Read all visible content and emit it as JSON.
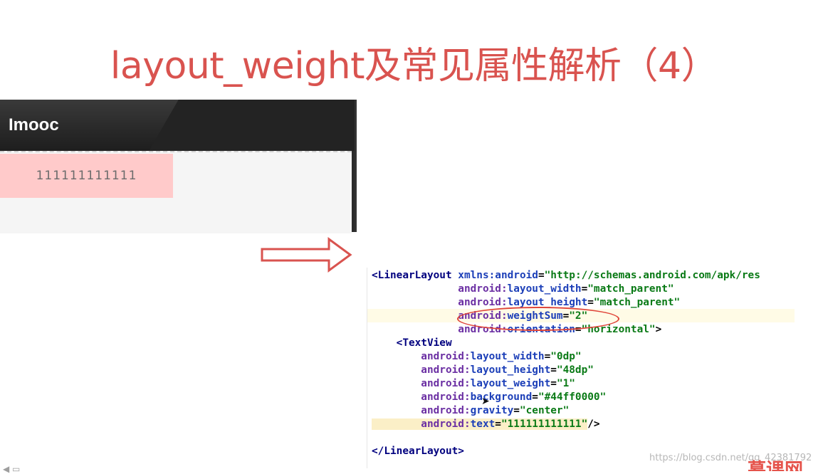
{
  "slide": {
    "title": "layout_weight及常见属性解析（4）"
  },
  "phone": {
    "app_title": "Imooc",
    "text_cell": "111111111111"
  },
  "code": {
    "lines": [
      [
        {
          "t": "<LinearLayout",
          "c": "tag"
        },
        {
          "t": " xmlns:",
          "c": "attr"
        },
        {
          "t": "android",
          "c": "attr"
        },
        {
          "t": "=",
          "c": "punc"
        },
        {
          "t": "\"http://schemas.android.com/apk/res",
          "c": "val"
        }
      ],
      [
        {
          "t": "              android:",
          "c": "ns"
        },
        {
          "t": "layout_width",
          "c": "attr"
        },
        {
          "t": "=",
          "c": "punc"
        },
        {
          "t": "\"match_parent\"",
          "c": "val"
        }
      ],
      [
        {
          "t": "              android:",
          "c": "ns"
        },
        {
          "t": "layout_height",
          "c": "attr"
        },
        {
          "t": "=",
          "c": "punc"
        },
        {
          "t": "\"match_parent\"",
          "c": "val"
        }
      ],
      [
        {
          "t": "              android:",
          "c": "ns"
        },
        {
          "t": "weightSum",
          "c": "attr"
        },
        {
          "t": "=",
          "c": "punc"
        },
        {
          "t": "\"2\"",
          "c": "val"
        }
      ],
      [
        {
          "t": "              android:",
          "c": "ns"
        },
        {
          "t": "orientation",
          "c": "attr"
        },
        {
          "t": "=",
          "c": "punc"
        },
        {
          "t": "\"horizontal\"",
          "c": "val"
        },
        {
          "t": ">",
          "c": "punc"
        }
      ],
      [
        {
          "t": "    <TextView",
          "c": "tag"
        }
      ],
      [
        {
          "t": "        android:",
          "c": "ns"
        },
        {
          "t": "layout_width",
          "c": "attr"
        },
        {
          "t": "=",
          "c": "punc"
        },
        {
          "t": "\"0dp\"",
          "c": "val"
        }
      ],
      [
        {
          "t": "        android:",
          "c": "ns"
        },
        {
          "t": "layout_height",
          "c": "attr"
        },
        {
          "t": "=",
          "c": "punc"
        },
        {
          "t": "\"48dp\"",
          "c": "val"
        }
      ],
      [
        {
          "t": "        android:",
          "c": "ns"
        },
        {
          "t": "layout_weight",
          "c": "attr"
        },
        {
          "t": "=",
          "c": "punc"
        },
        {
          "t": "\"1\"",
          "c": "val"
        }
      ],
      [
        {
          "t": "        android:",
          "c": "ns"
        },
        {
          "t": "background",
          "c": "attr"
        },
        {
          "t": "=",
          "c": "punc"
        },
        {
          "t": "\"#44ff0000\"",
          "c": "val"
        }
      ],
      [
        {
          "t": "        android:",
          "c": "ns"
        },
        {
          "t": "gravity",
          "c": "attr"
        },
        {
          "t": "=",
          "c": "punc"
        },
        {
          "t": "\"center\"",
          "c": "val"
        }
      ],
      [
        {
          "t": "        android:",
          "c": "ns",
          "hl": true
        },
        {
          "t": "text",
          "c": "attr",
          "hl": true
        },
        {
          "t": "=",
          "c": "punc",
          "hl": true
        },
        {
          "t": "\"111111111111\"",
          "c": "val",
          "hl": true
        },
        {
          "t": "/>",
          "c": "punc"
        }
      ],
      [],
      [
        {
          "t": "</LinearLayout>",
          "c": "tag"
        }
      ]
    ]
  },
  "watermark": "https://blog.csdn.net/qq_42381792",
  "brand": "慕课网",
  "colors": {
    "title": "#d9534f",
    "text_cell_bg": "#ffcaca",
    "arrow": "#d9534f",
    "circle": "#e0463a"
  }
}
